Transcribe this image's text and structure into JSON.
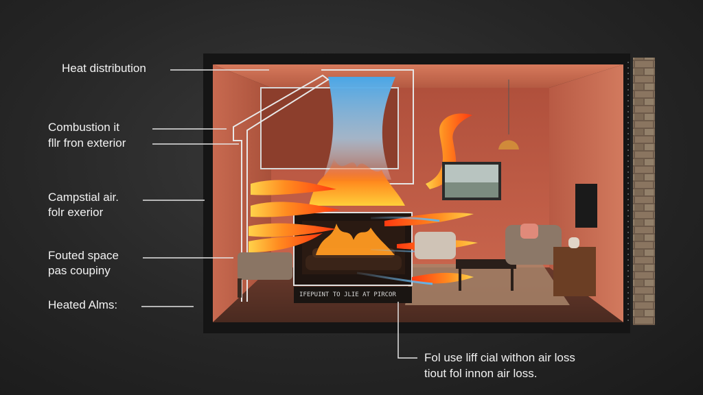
{
  "labels": {
    "heat_distribution": "Heat distribution",
    "combustion_line1": "Combustion it",
    "combustion_line2": "fllr fron exterior",
    "campstial_line1": "Campstial air.",
    "campstial_line2": "folr exerior",
    "fouted_line1": "Fouted space",
    "fouted_line2": "pas coupiny",
    "heated_alms": "Heated Alms:",
    "bottom_line1": "Fol use liff cial withon air loss",
    "bottom_line2": "tiout fol innon air loss."
  },
  "fireplace_caption": "IFEPUINT TO JLIE AT PIRCOR"
}
